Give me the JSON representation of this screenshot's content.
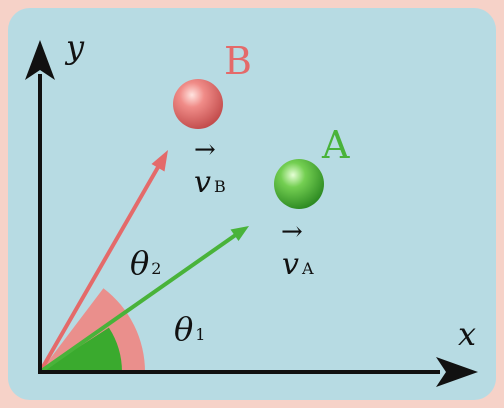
{
  "colors": {
    "border": "#f6d2c8",
    "panel": "#b7dbe3",
    "axis": "#111111",
    "red": "#e46a6a",
    "red_wedge": "#ea8f8c",
    "green": "#49b33a",
    "green_wedge": "#3aaa2e"
  },
  "axes": {
    "x_label": "x",
    "y_label": "y"
  },
  "balls": {
    "a": {
      "label": "A"
    },
    "b": {
      "label": "B"
    }
  },
  "vectors": {
    "va": {
      "symbol": "v",
      "subscript": "A",
      "arrow": "→"
    },
    "vb": {
      "symbol": "v",
      "subscript": "B",
      "arrow": "→"
    }
  },
  "angles": {
    "theta1": {
      "symbol": "θ",
      "subscript": "1"
    },
    "theta2": {
      "symbol": "θ",
      "subscript": "2"
    }
  }
}
